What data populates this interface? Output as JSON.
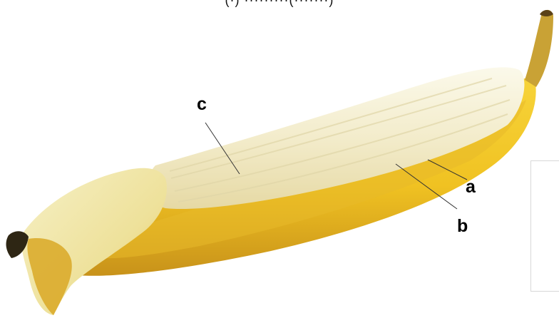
{
  "caption_fragment": "(·) ·········(·······)",
  "labels": {
    "a": "a",
    "b": "b",
    "c": "c"
  },
  "colors": {
    "peel_yellow": "#f2c626",
    "peel_shadow": "#c99412",
    "flesh_cream": "#f4efcf",
    "flesh_highlight": "#fbf8e6",
    "stem_brown": "#6a4b1c",
    "tip_dark": "#2e2614"
  }
}
